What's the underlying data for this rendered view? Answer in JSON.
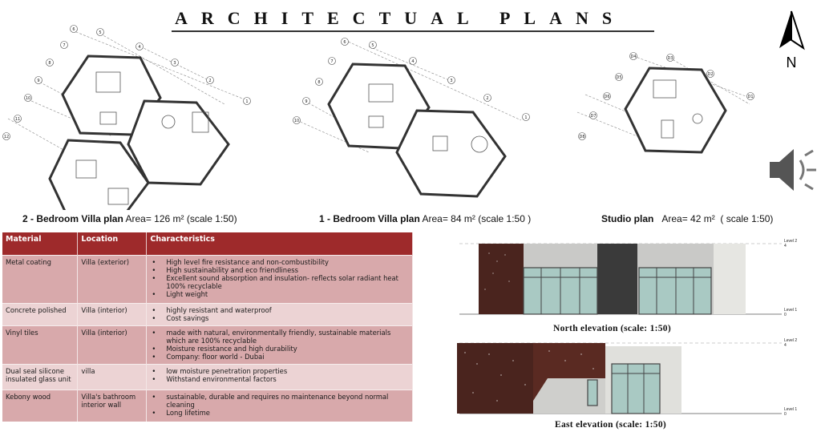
{
  "title": "ARCHITECTUAL PLANS",
  "north_label": "N",
  "plans": [
    {
      "name": "2 - Bedroom Villa plan",
      "area": "Area= 126 m²",
      "scale": "(scale 1:50)"
    },
    {
      "name": "1 - Bedroom Villa plan",
      "area": "Area= 84 m²",
      "scale": "(scale 1:50 )"
    },
    {
      "name": "Studio plan",
      "area": "Area= 42 m²",
      "scale": "( scale 1:50)"
    }
  ],
  "plan_grid_labels": {
    "two_bed": [
      "1",
      "2",
      "3",
      "4",
      "5",
      "6",
      "7",
      "8",
      "9",
      "10",
      "11",
      "12"
    ],
    "one_bed": [
      "1",
      "2",
      "3",
      "4",
      "5",
      "6",
      "7",
      "8",
      "9",
      "10"
    ],
    "studio": [
      "D1",
      "D2",
      "D3",
      "D4",
      "D5",
      "D6",
      "D7",
      "D8"
    ]
  },
  "materials_table": {
    "headers": [
      "Material",
      "Location",
      "Characteristics"
    ],
    "rows": [
      {
        "material": "Metal coating",
        "location": "Villa  (exterior)",
        "characteristics": [
          "High level fire resistance and non-combustibility",
          "High sustainability and eco friendliness",
          "Excellent sound absorption and insulation- reflects solar radiant heat 100% recyclable",
          "Light weight"
        ]
      },
      {
        "material": "Concrete polished",
        "location": "Villa (interior)",
        "characteristics": [
          "highly resistant and waterproof",
          "Cost savings"
        ]
      },
      {
        "material": "Vinyl tiles",
        "location": "Villa  (interior)",
        "characteristics": [
          "made with natural, environmentally friendly, sustainable materials which are 100% recyclable",
          "Moisture resistance and high durability",
          "Company: floor world - Dubai"
        ]
      },
      {
        "material": "Dual seal silicone insulated glass unit",
        "location": "villa",
        "characteristics": [
          "low moisture penetration properties",
          "Withstand environmental factors"
        ]
      },
      {
        "material": "Kebony wood",
        "location": "Villa's bathroom interior wall",
        "characteristics": [
          "sustainable, durable and requires no maintenance beyond normal cleaning",
          "Long lifetime"
        ]
      }
    ]
  },
  "elevations": [
    {
      "caption": "North elevation  (scale:  1:50)",
      "level_top": "Level 2",
      "level_top_val": "4",
      "level_bottom": "Level 1",
      "level_bottom_val": "0"
    },
    {
      "caption": "East elevation  (scale:  1:50)",
      "level_top": "Level 2",
      "level_top_val": "4",
      "level_bottom": "Level 1",
      "level_bottom_val": "0"
    }
  ],
  "icons": {
    "north": "north-arrow-icon",
    "speaker": "speaker-icon"
  },
  "colors": {
    "table_header": "#9e2a2b",
    "row_dark": "#d8a9ab",
    "row_light": "#ecd3d4",
    "cladding": "#5a2a22",
    "glass": "#a9c9c3"
  }
}
